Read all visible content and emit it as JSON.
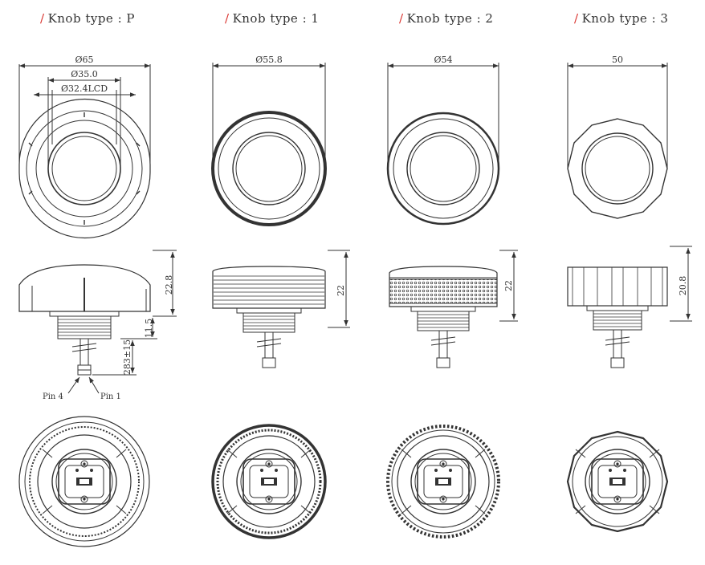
{
  "titles": {
    "p": {
      "slash": "/",
      "text": "Knob type : P"
    },
    "t1": {
      "slash": "/",
      "text": "Knob type : 1"
    },
    "t2": {
      "slash": "/",
      "text": "Knob type : 2"
    },
    "t3": {
      "slash": "/",
      "text": "Knob type : 3"
    }
  },
  "dims": {
    "p_outer": "Ø65",
    "p_mid": "Ø35.0",
    "p_lcd": "Ø32.4LCD",
    "t1_dia": "Ø55.8",
    "t2_dia": "Ø54",
    "t3_dia": "50",
    "p_height": "22.8",
    "p_thread": "11.5",
    "p_cable": "283±15",
    "t1_height": "22",
    "t2_height": "22",
    "t3_height": "20.8"
  },
  "pins": {
    "pin4": "Pin 4",
    "pin1": "Pin 1"
  },
  "colors": {
    "accent": "#d9302c",
    "line": "#333333"
  }
}
